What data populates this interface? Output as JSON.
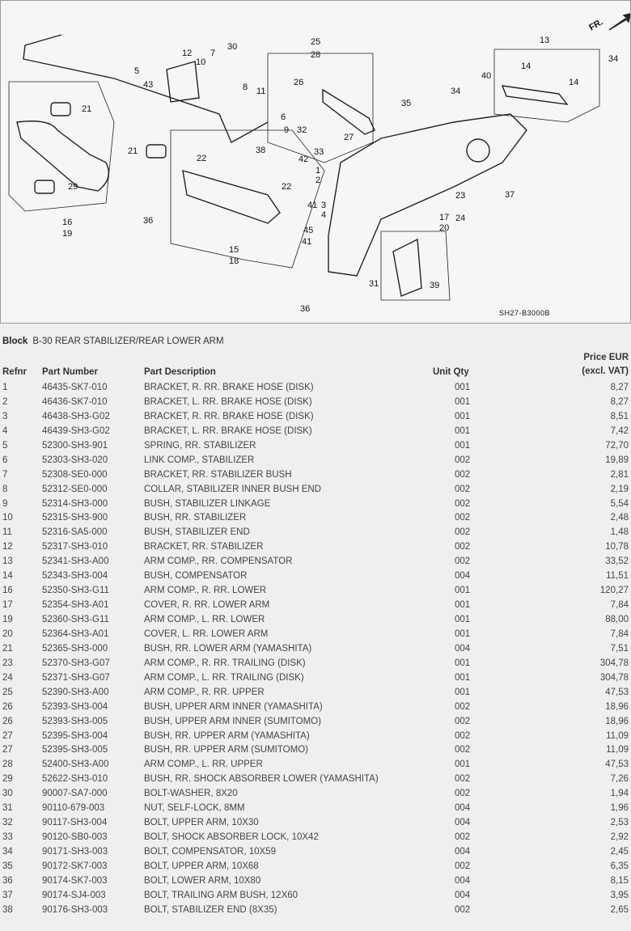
{
  "diagram": {
    "direction_label": "FR.",
    "code": "SH27-B3000B",
    "callouts": [
      "30",
      "12",
      "7",
      "10",
      "5",
      "43",
      "8",
      "11",
      "25",
      "28",
      "26",
      "6",
      "9",
      "32",
      "38",
      "33",
      "42",
      "27",
      "13",
      "14",
      "14",
      "34",
      "40",
      "34",
      "35",
      "21",
      "21",
      "29",
      "16",
      "19",
      "22",
      "22",
      "36",
      "15",
      "18",
      "1",
      "2",
      "3",
      "4",
      "41",
      "41",
      "45",
      "23",
      "24",
      "17",
      "20",
      "37",
      "31",
      "39",
      "36"
    ]
  },
  "block": {
    "label": "Block",
    "title": "B-30 REAR STABILIZER/REAR LOWER ARM"
  },
  "table": {
    "headers": {
      "refnr": "Refnr",
      "part_number": "Part Number",
      "description": "Part Description",
      "qty": "Unit Qty",
      "price_line1": "Price EUR",
      "price_line2": "(excl. VAT)"
    },
    "rows": [
      {
        "ref": "1",
        "pn": "46435-SK7-010",
        "desc": "BRACKET, R. RR. BRAKE HOSE (DISK)",
        "qty": "001",
        "price": "8,27"
      },
      {
        "ref": "2",
        "pn": "46436-SK7-010",
        "desc": "BRACKET, L. RR. BRAKE HOSE (DISK)",
        "qty": "001",
        "price": "8,27"
      },
      {
        "ref": "3",
        "pn": "46438-SH3-G02",
        "desc": "BRACKET, R. RR. BRAKE HOSE (DISK)",
        "qty": "001",
        "price": "8,51"
      },
      {
        "ref": "4",
        "pn": "46439-SH3-G02",
        "desc": "BRACKET, L. RR. BRAKE HOSE (DISK)",
        "qty": "001",
        "price": "7,42"
      },
      {
        "ref": "5",
        "pn": "52300-SH3-901",
        "desc": "SPRING, RR. STABILIZER",
        "qty": "001",
        "price": "72,70"
      },
      {
        "ref": "6",
        "pn": "52303-SH3-020",
        "desc": "LINK COMP., STABILIZER",
        "qty": "002",
        "price": "19,89"
      },
      {
        "ref": "7",
        "pn": "52308-SE0-000",
        "desc": "BRACKET, RR. STABILIZER BUSH",
        "qty": "002",
        "price": "2,81"
      },
      {
        "ref": "8",
        "pn": "52312-SE0-000",
        "desc": "COLLAR, STABILIZER INNER BUSH END",
        "qty": "002",
        "price": "2,19"
      },
      {
        "ref": "9",
        "pn": "52314-SH3-000",
        "desc": "BUSH, STABILIZER LINKAGE",
        "qty": "002",
        "price": "5,54"
      },
      {
        "ref": "10",
        "pn": "52315-SH3-900",
        "desc": "BUSH, RR. STABILIZER",
        "qty": "002",
        "price": "2,48"
      },
      {
        "ref": "11",
        "pn": "52316-SA5-000",
        "desc": "BUSH, STABILIZER END",
        "qty": "002",
        "price": "1,48"
      },
      {
        "ref": "12",
        "pn": "52317-SH3-010",
        "desc": "BRACKET, RR. STABILIZER",
        "qty": "002",
        "price": "10,78"
      },
      {
        "ref": "13",
        "pn": "52341-SH3-A00",
        "desc": "ARM COMP., RR. COMPENSATOR",
        "qty": "002",
        "price": "33,52"
      },
      {
        "ref": "14",
        "pn": "52343-SH3-004",
        "desc": "BUSH, COMPENSATOR",
        "qty": "004",
        "price": "11,51"
      },
      {
        "ref": "16",
        "pn": "52350-SH3-G11",
        "desc": "ARM COMP., R. RR. LOWER",
        "qty": "001",
        "price": "120,27"
      },
      {
        "ref": "17",
        "pn": "52354-SH3-A01",
        "desc": "COVER, R. RR. LOWER ARM",
        "qty": "001",
        "price": "7,84"
      },
      {
        "ref": "19",
        "pn": "52360-SH3-G11",
        "desc": "ARM COMP., L. RR. LOWER",
        "qty": "001",
        "price": "88,00"
      },
      {
        "ref": "20",
        "pn": "52364-SH3-A01",
        "desc": "COVER, L. RR. LOWER ARM",
        "qty": "001",
        "price": "7,84"
      },
      {
        "ref": "21",
        "pn": "52365-SH3-000",
        "desc": "BUSH, RR. LOWER ARM (YAMASHITA)",
        "qty": "004",
        "price": "7,51"
      },
      {
        "ref": "23",
        "pn": "52370-SH3-G07",
        "desc": "ARM COMP., R. RR. TRAILING (DISK)",
        "qty": "001",
        "price": "304,78"
      },
      {
        "ref": "24",
        "pn": "52371-SH3-G07",
        "desc": "ARM COMP., L. RR. TRAILING (DISK)",
        "qty": "001",
        "price": "304,78"
      },
      {
        "ref": "25",
        "pn": "52390-SH3-A00",
        "desc": "ARM COMP., R. RR. UPPER",
        "qty": "001",
        "price": "47,53"
      },
      {
        "ref": "26",
        "pn": "52393-SH3-004",
        "desc": "BUSH, UPPER ARM INNER (YAMASHITA)",
        "qty": "002",
        "price": "18,96"
      },
      {
        "ref": "26",
        "pn": "52393-SH3-005",
        "desc": "BUSH, UPPER ARM INNER (SUMITOMO)",
        "qty": "002",
        "price": "18,96"
      },
      {
        "ref": "27",
        "pn": "52395-SH3-004",
        "desc": "BUSH, RR. UPPER ARM (YAMASHITA)",
        "qty": "002",
        "price": "11,09"
      },
      {
        "ref": "27",
        "pn": "52395-SH3-005",
        "desc": "BUSH, RR. UPPER ARM (SUMITOMO)",
        "qty": "002",
        "price": "11,09"
      },
      {
        "ref": "28",
        "pn": "52400-SH3-A00",
        "desc": "ARM COMP., L. RR. UPPER",
        "qty": "001",
        "price": "47,53"
      },
      {
        "ref": "29",
        "pn": "52622-SH3-010",
        "desc": "BUSH, RR. SHOCK ABSORBER LOWER (YAMASHITA)",
        "qty": "002",
        "price": "7,26"
      },
      {
        "ref": "30",
        "pn": "90007-SA7-000",
        "desc": "BOLT-WASHER, 8X20",
        "qty": "002",
        "price": "1,94"
      },
      {
        "ref": "31",
        "pn": "90110-679-003",
        "desc": "NUT, SELF-LOCK, 8MM",
        "qty": "004",
        "price": "1,96"
      },
      {
        "ref": "32",
        "pn": "90117-SH3-004",
        "desc": "BOLT, UPPER ARM, 10X30",
        "qty": "004",
        "price": "2,53"
      },
      {
        "ref": "33",
        "pn": "90120-SB0-003",
        "desc": "BOLT, SHOCK ABSORBER LOCK, 10X42",
        "qty": "002",
        "price": "2,92"
      },
      {
        "ref": "34",
        "pn": "90171-SH3-003",
        "desc": "BOLT, COMPENSATOR, 10X59",
        "qty": "004",
        "price": "2,45"
      },
      {
        "ref": "35",
        "pn": "90172-SK7-003",
        "desc": "BOLT, UPPER ARM, 10X68",
        "qty": "002",
        "price": "6,35"
      },
      {
        "ref": "36",
        "pn": "90174-SK7-003",
        "desc": "BOLT, LOWER ARM, 10X80",
        "qty": "004",
        "price": "8,15"
      },
      {
        "ref": "37",
        "pn": "90174-SJ4-003",
        "desc": "BOLT, TRAILING ARM BUSH, 12X60",
        "qty": "004",
        "price": "3,95"
      },
      {
        "ref": "38",
        "pn": "90176-SH3-003",
        "desc": "BOLT, STABILIZER END (8X35)",
        "qty": "002",
        "price": "2,65"
      }
    ]
  }
}
